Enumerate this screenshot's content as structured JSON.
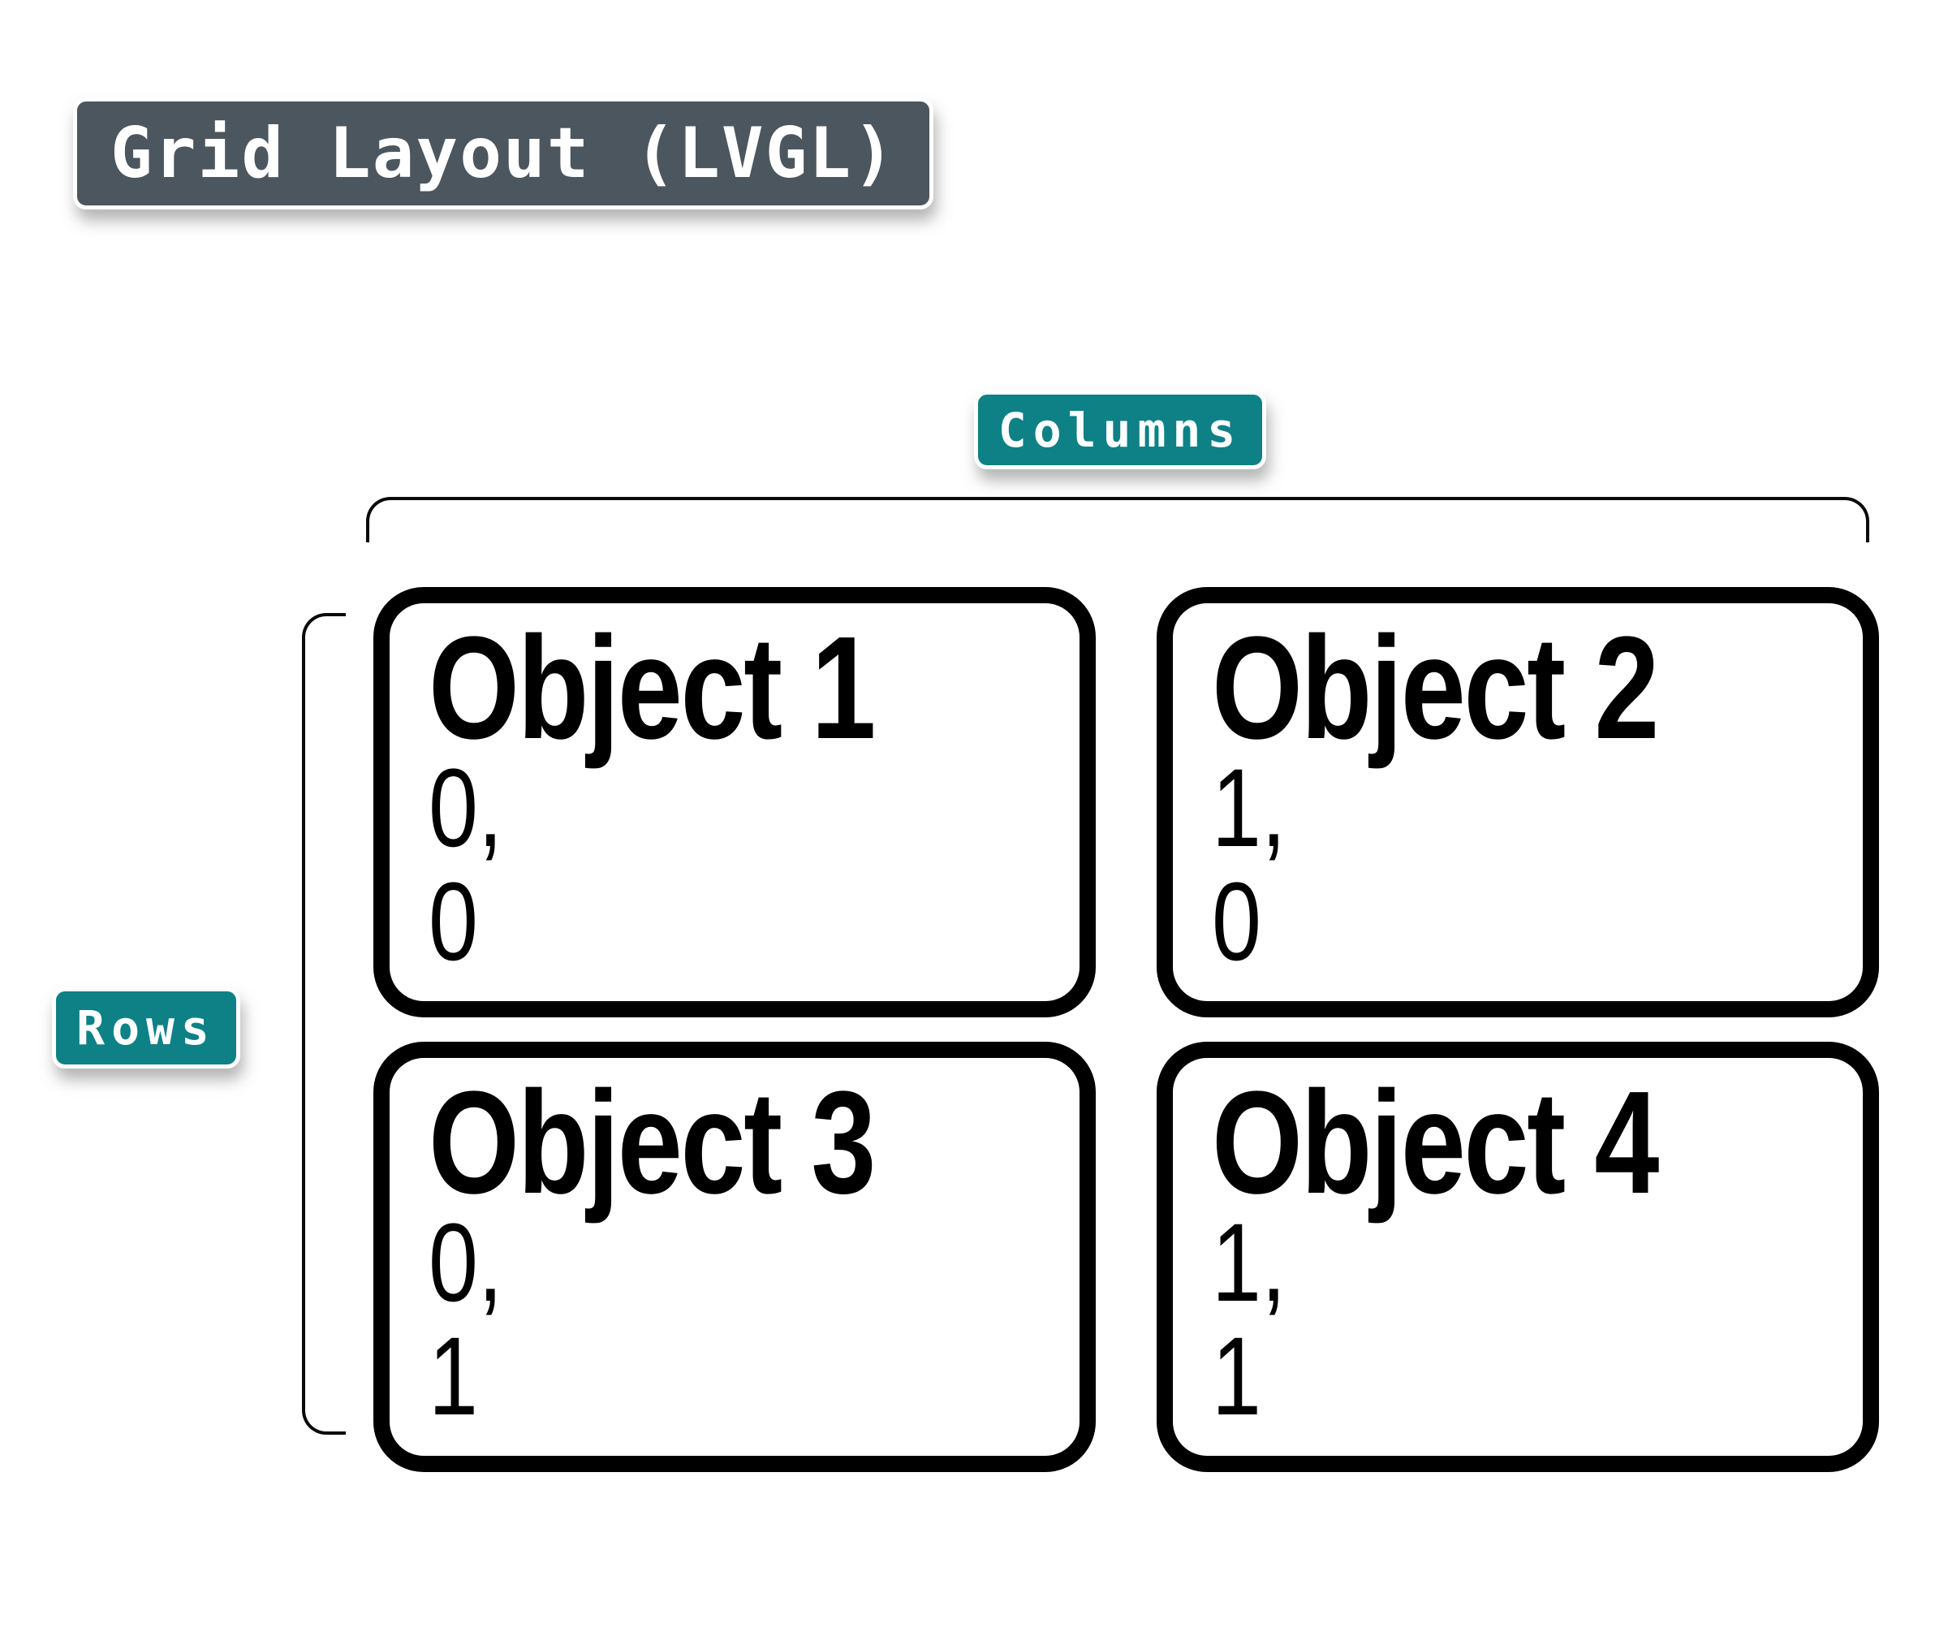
{
  "title_badge": {
    "label": "Grid Layout (LVGL)",
    "bg": "#4c565e"
  },
  "columns_label": {
    "label": "Columns",
    "bg": "#0e8186"
  },
  "rows_label": {
    "label": "Rows",
    "bg": "#0e8186"
  },
  "grid": {
    "cells": [
      {
        "title": "Object 1",
        "line1": "0,",
        "line2": "0"
      },
      {
        "title": "Object 2",
        "line1": "1,",
        "line2": "0"
      },
      {
        "title": "Object 3",
        "line1": "0,",
        "line2": "1"
      },
      {
        "title": "Object 4",
        "line1": "1,",
        "line2": "1"
      }
    ]
  },
  "colors": {
    "teal_badge": "#0e8186",
    "slate_badge": "#4c565e",
    "stroke": "#000000",
    "background": "#ffffff"
  }
}
